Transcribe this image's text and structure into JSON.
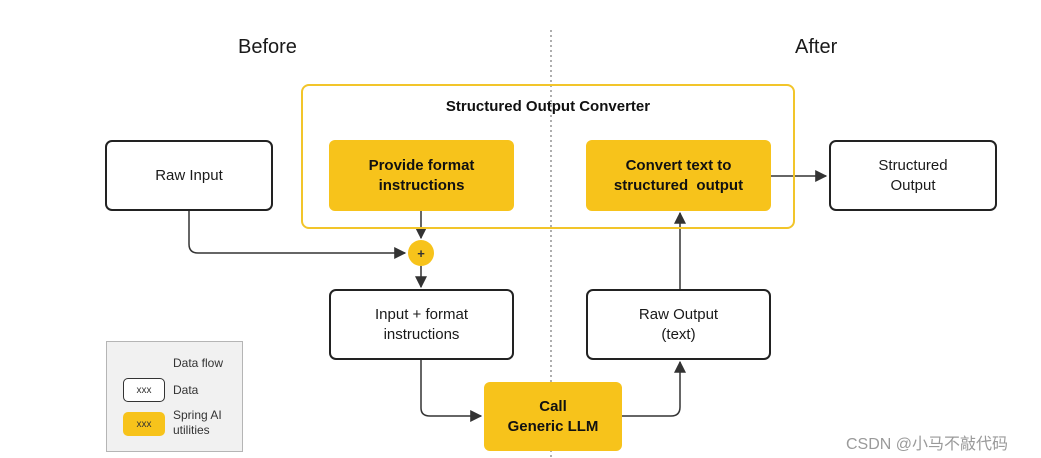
{
  "sections": {
    "before": "Before",
    "after": "After"
  },
  "frame": {
    "title": "Structured Output Converter"
  },
  "nodes": {
    "raw_input": [
      "Raw Input"
    ],
    "provide_format": [
      "Provide format",
      "instructions"
    ],
    "convert_text": [
      "Convert text to",
      "structured  output"
    ],
    "structured_output": [
      "Structured",
      "Output"
    ],
    "input_format": [
      "Input + format",
      "instructions"
    ],
    "raw_output": [
      "Raw Output",
      "(text)"
    ],
    "call_llm": [
      "Call",
      "Generic LLM"
    ]
  },
  "merge_symbol": "+",
  "legend": {
    "data_flow": "Data flow",
    "data_sample": "xxx",
    "data": "Data",
    "spring_sample": "xxx",
    "spring_lines": [
      "Spring AI",
      "utilities"
    ]
  },
  "watermark": "CSDN @小马不敲代码",
  "colors": {
    "accent_yellow": "#f7c31b",
    "frame_border": "#f2c52a",
    "stroke": "#333333"
  }
}
